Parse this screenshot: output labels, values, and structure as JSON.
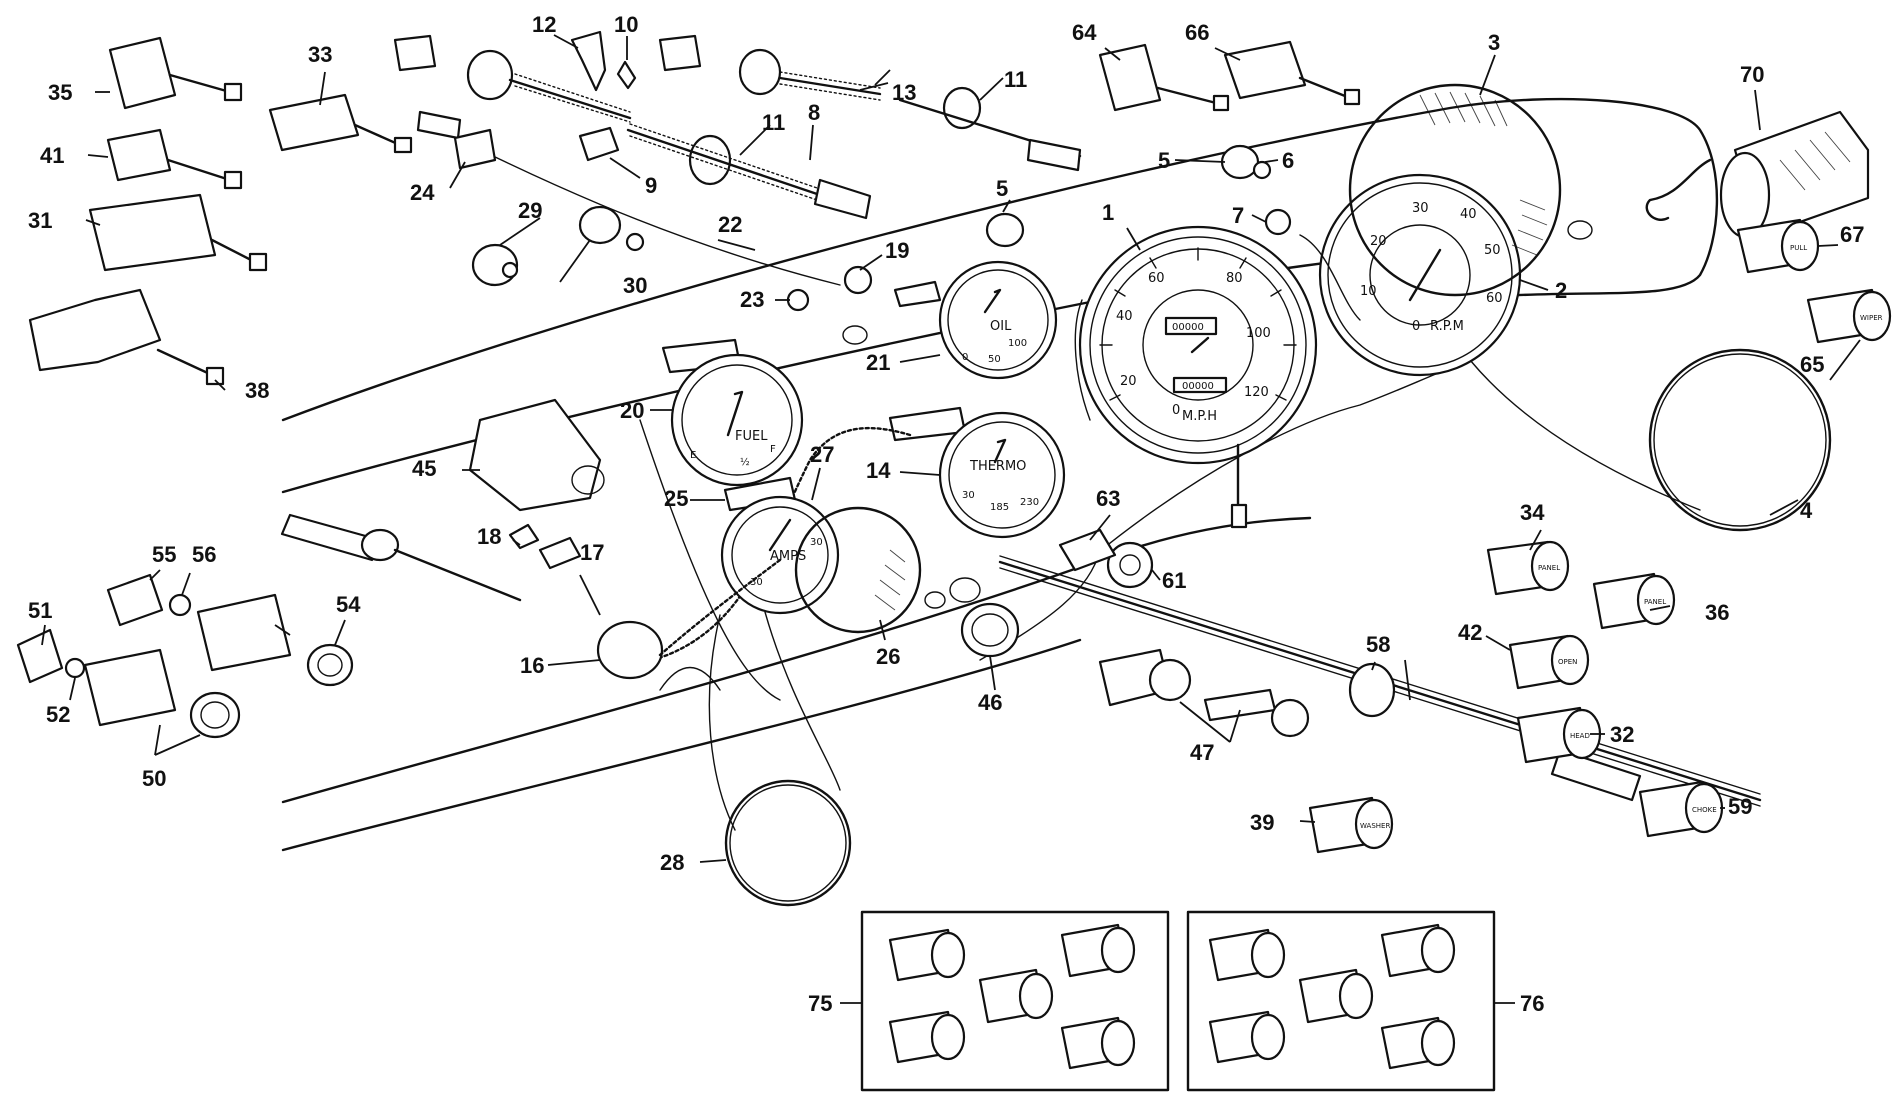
{
  "callouts": {
    "c1": "1",
    "c2": "2",
    "c3": "3",
    "c4": "4",
    "c5a": "5",
    "c5b": "5",
    "c6": "6",
    "c7": "7",
    "c8": "8",
    "c9": "9",
    "c10": "10",
    "c11a": "11",
    "c11b": "11",
    "c12": "12",
    "c13": "13",
    "c14": "14",
    "c16": "16",
    "c17": "17",
    "c18": "18",
    "c19": "19",
    "c20": "20",
    "c21": "21",
    "c22": "22",
    "c23": "23",
    "c24": "24",
    "c25": "25",
    "c26": "26",
    "c27": "27",
    "c28": "28",
    "c29": "29",
    "c30": "30",
    "c31": "31",
    "c32": "32",
    "c33": "33",
    "c34": "34",
    "c35": "35",
    "c36": "36",
    "c38": "38",
    "c39": "39",
    "c41": "41",
    "c42": "42",
    "c45": "45",
    "c46": "46",
    "c47": "47",
    "c50": "50",
    "c51": "51",
    "c52": "52",
    "c54": "54",
    "c55": "55",
    "c56": "56",
    "c58": "58",
    "c59": "59",
    "c61": "61",
    "c63": "63",
    "c64": "64",
    "c65": "65",
    "c66": "66",
    "c67": "67",
    "c70": "70",
    "c75": "75",
    "c76": "76"
  },
  "gauges": {
    "speedo": {
      "unit": "M.P.H",
      "ticks": [
        "0",
        "20",
        "40",
        "60",
        "80",
        "100",
        "120"
      ],
      "odometer": "00000",
      "trip": "00000"
    },
    "tacho": {
      "unit": "R.P.M",
      "ticks": [
        "0",
        "10",
        "20",
        "30",
        "40",
        "50",
        "60"
      ]
    },
    "oil": {
      "label": "OIL",
      "ticks": [
        "0",
        "50",
        "100"
      ]
    },
    "fuel": {
      "label": "FUEL",
      "ticks": [
        "E",
        "½",
        "F"
      ]
    },
    "thermo": {
      "label": "THERMO",
      "ticks": [
        "30",
        "185",
        "230"
      ]
    },
    "ammeter": {
      "label": "AMPS",
      "ticks": [
        "30",
        "30"
      ]
    }
  },
  "knob_labels": {
    "k34": "PANEL",
    "k36": "PANEL",
    "k42": "OPEN",
    "k32": "HEAD",
    "k39": "WASHER",
    "k59": "CHOKE",
    "k65": "WIPER",
    "k67": "PULL"
  }
}
